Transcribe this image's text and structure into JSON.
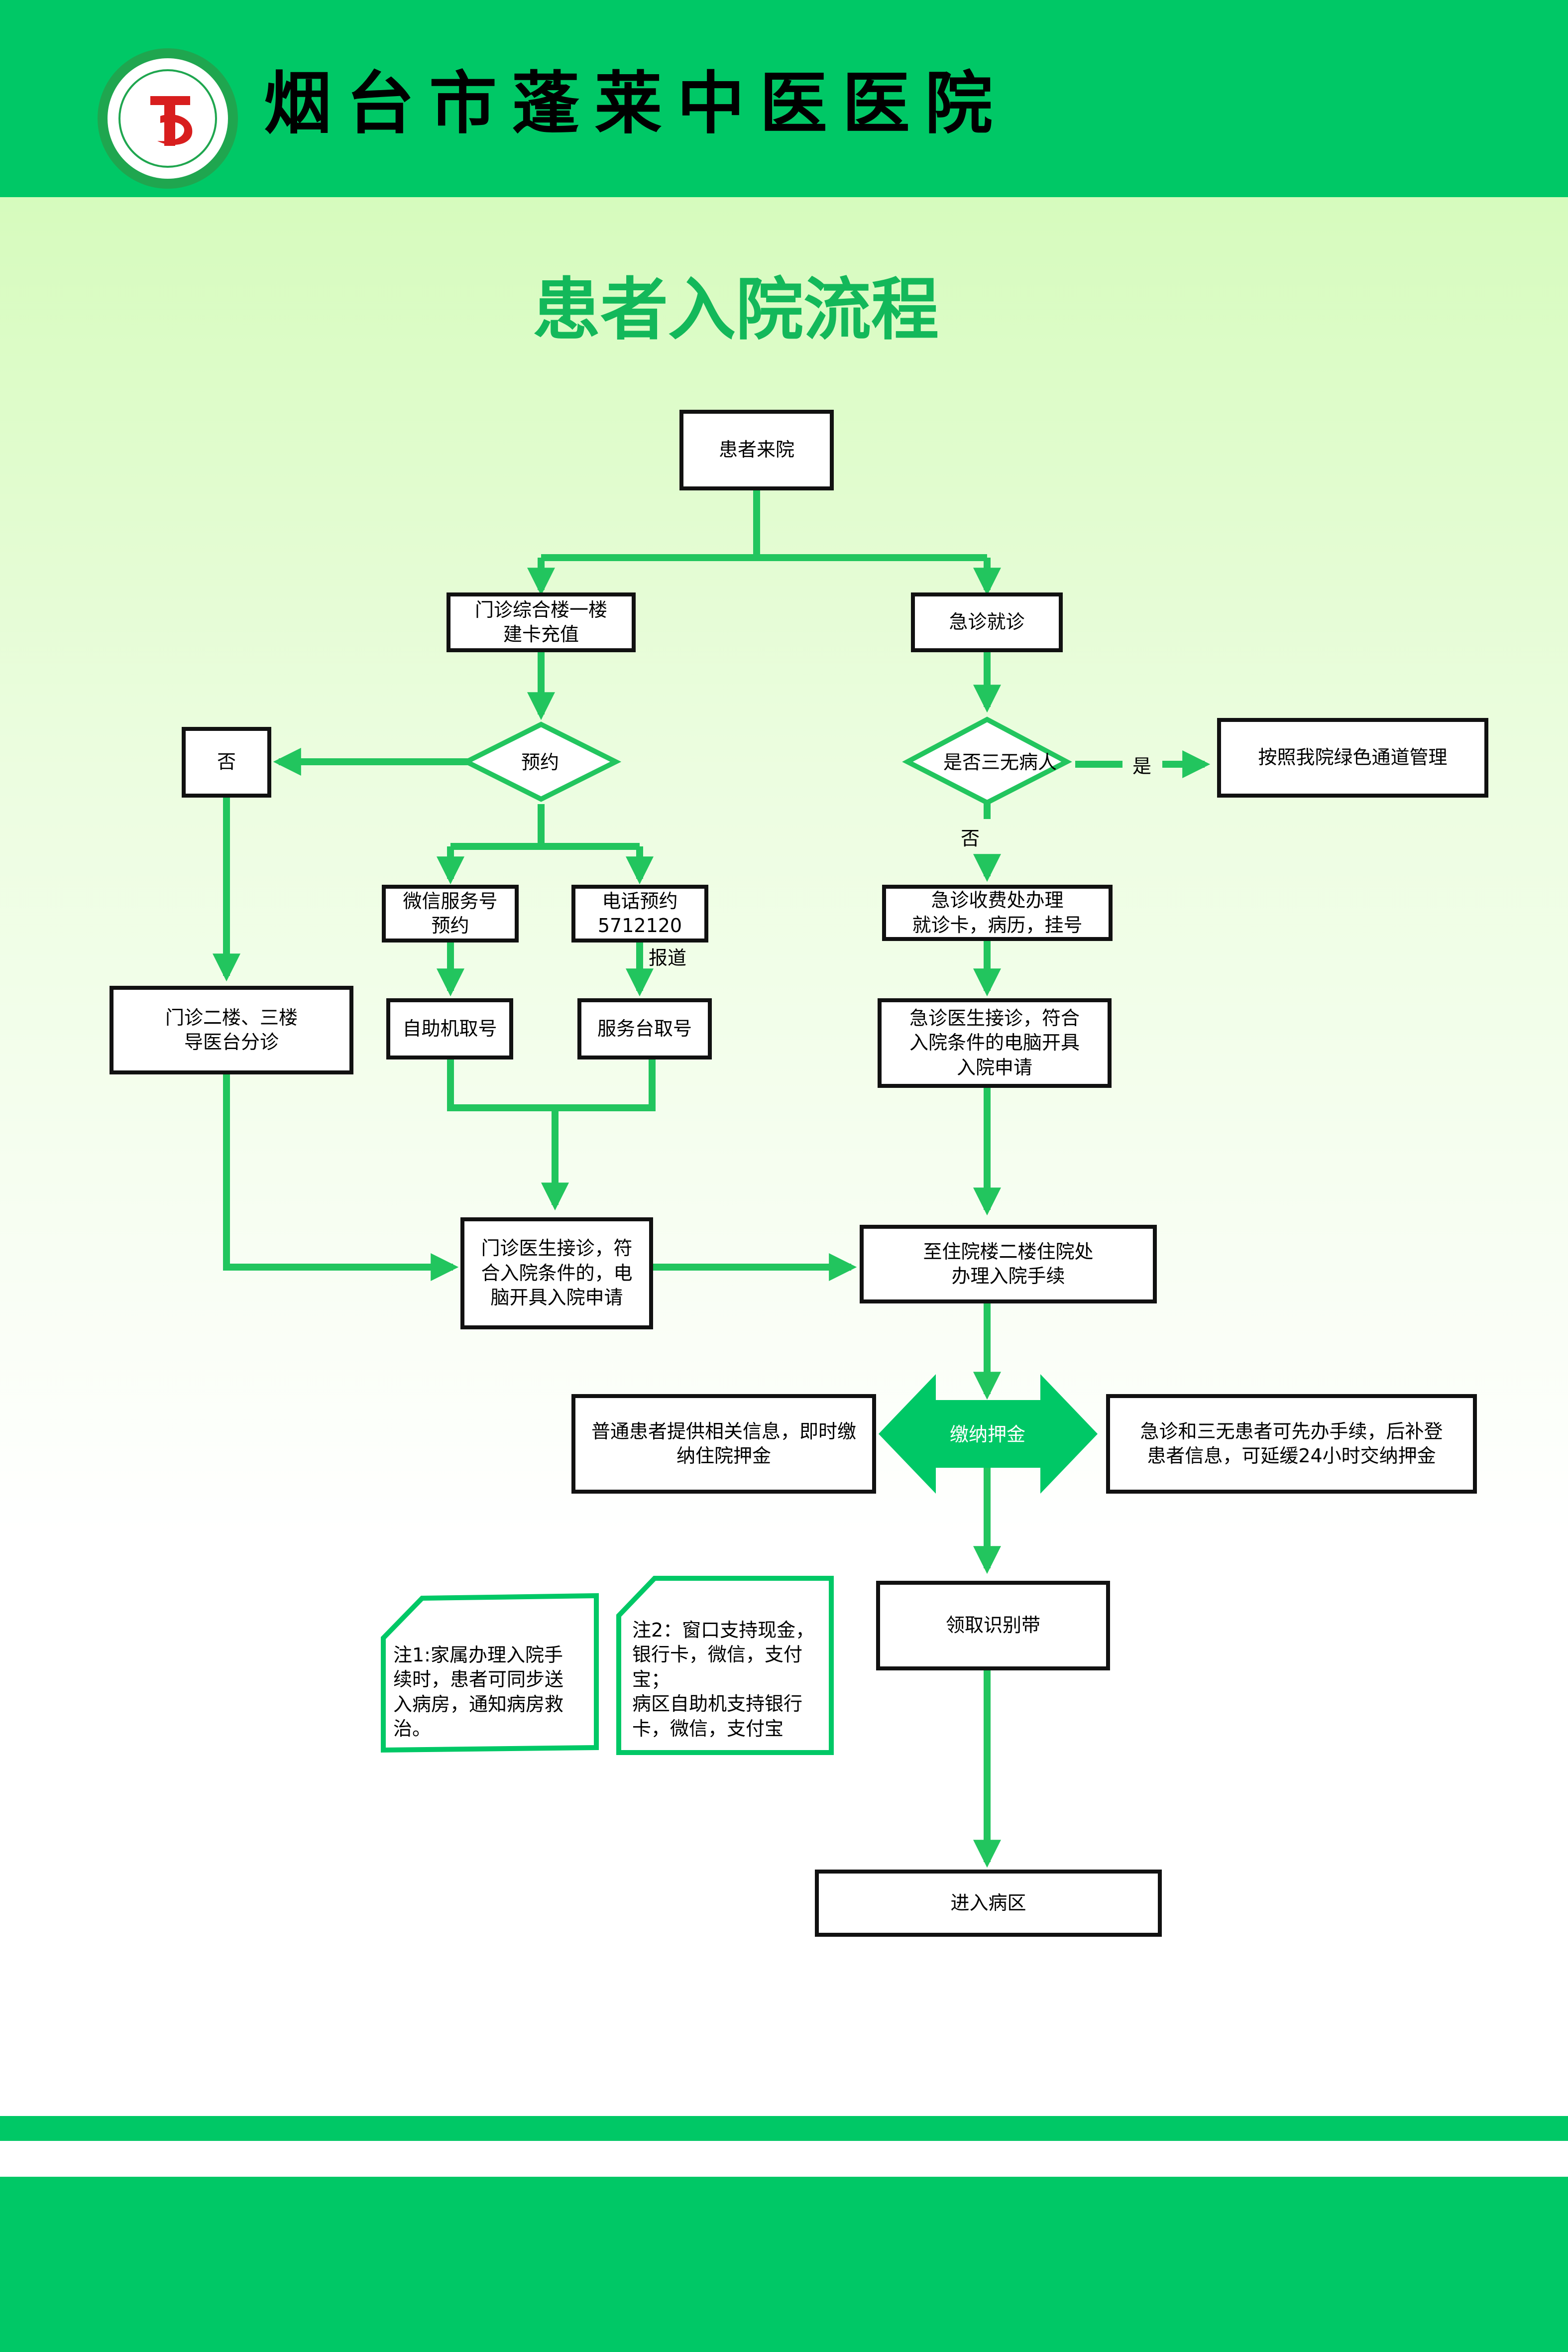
{
  "header": {
    "hospital_name": "烟台市蓬莱中医医院"
  },
  "title": "患者入院流程",
  "nodes": {
    "arrive": "患者来院",
    "outpatient_card": "门诊综合楼一楼\n建卡充值",
    "emergency": "急诊就诊",
    "appointment": "预约",
    "no_appointment": "否",
    "three_no": "是否三无病人",
    "green_channel": "按照我院绿色通道管理",
    "wechat": "微信服务号\n预约",
    "phone": "电话预约\n5712120",
    "guide_desk": "门诊二楼、三楼\n导医台分诊",
    "self_machine": "自助机取号",
    "service_desk": "服务台取号",
    "emergency_cashier": "急诊收费处办理\n就诊卡，病历，挂号",
    "emergency_doctor": "急诊医生接诊，符合\n入院条件的电脑开具\n入院申请",
    "outpatient_doctor": "门诊医生接诊，符\n合入院条件的，电\n脑开具入院申请",
    "admission_office": "至住院楼二楼住院处\n办理入院手续",
    "deposit": "缴纳押金",
    "normal_patient": "普通患者提供相关信息，即时缴\n纳住院押金",
    "emergency_patient": "急诊和三无患者可先办手续，后补登\n患者信息，可延缓24小时交纳押金",
    "wristband": "领取识别带",
    "ward": "进入病区"
  },
  "edge_labels": {
    "yes": "是",
    "no": "否",
    "report": "报道"
  },
  "notes": {
    "note1": "注1:家属办理入院手\n续时，患者可同步送\n入病房，通知病房救\n治。",
    "note2": "注2：窗口支持现金，\n银行卡，微信，支付\n宝；\n病区自助机支持银行\n卡，微信，支付宝"
  },
  "colors": {
    "brand_green": "#00c866",
    "title_green": "#13b85a",
    "connector": "#22c55e"
  }
}
